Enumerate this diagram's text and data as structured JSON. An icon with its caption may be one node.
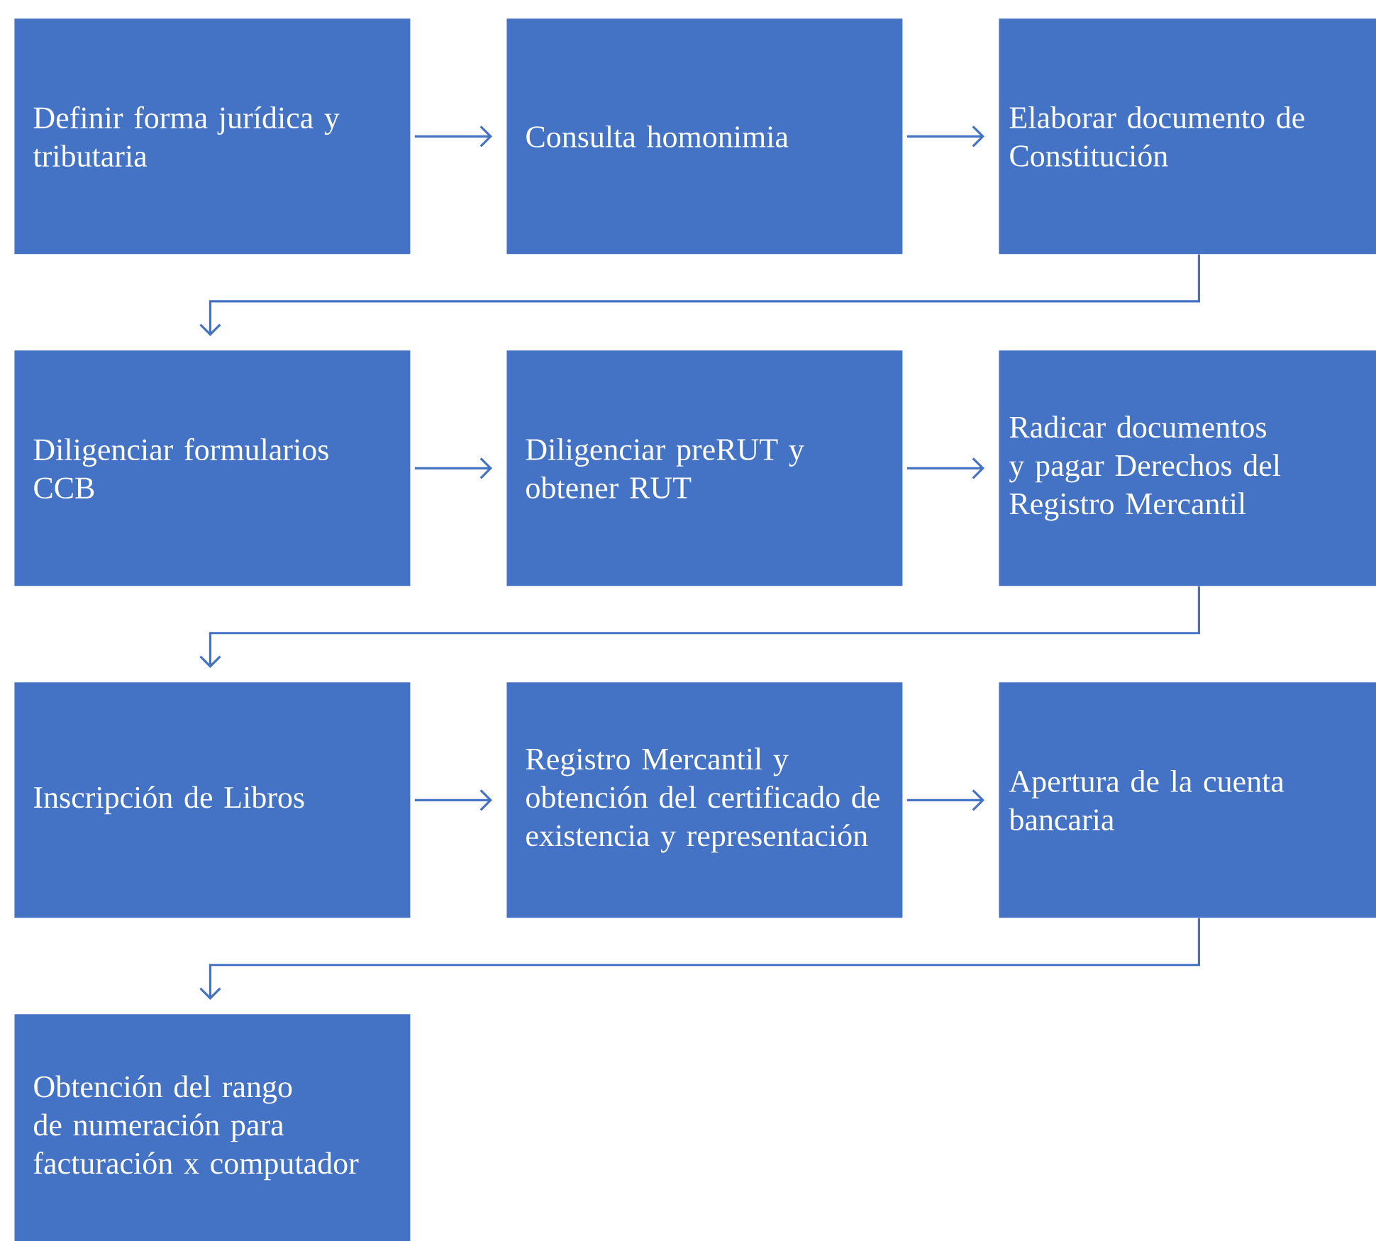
{
  "diagram": {
    "nodes": [
      {
        "text": [
          "Definir forma jurídica y tributaria"
        ]
      },
      {
        "text": [
          "Consulta homonimia"
        ]
      },
      {
        "text": [
          "Elaborar documento de Constitución"
        ]
      },
      {
        "text": [
          "Diligenciar formularios CCB"
        ]
      },
      {
        "text": [
          "Diligenciar preRUT y obtener RUT"
        ]
      },
      {
        "text": [
          "Radicar documentos y pagar Derechos del Registro Mercantil"
        ]
      },
      {
        "text": [
          "Inscripción de Libros"
        ]
      },
      {
        "text": [
          "Registro Mercantil y obtención del certificado de existencia y representación"
        ]
      },
      {
        "text": [
          "Apertura de la cuenta bancaria"
        ]
      },
      {
        "text": [
          "Obtención del rango de numeración para facturación x computador"
        ]
      }
    ],
    "edges": [
      {
        "from": 0,
        "to": 1,
        "arrow": "to"
      },
      {
        "from": 1,
        "to": 2,
        "arrow": "to"
      },
      {
        "from": 2,
        "to": 3,
        "arrow": "to"
      },
      {
        "from": 3,
        "to": 4,
        "arrow": "to"
      },
      {
        "from": 4,
        "to": 5,
        "arrow": "to"
      },
      {
        "from": 5,
        "to": 6,
        "arrow": "to"
      },
      {
        "from": 6,
        "to": 7,
        "arrow": "to"
      },
      {
        "from": 7,
        "to": 8,
        "arrow": "to"
      },
      {
        "from": 8,
        "to": 9,
        "arrow": "to"
      }
    ]
  }
}
